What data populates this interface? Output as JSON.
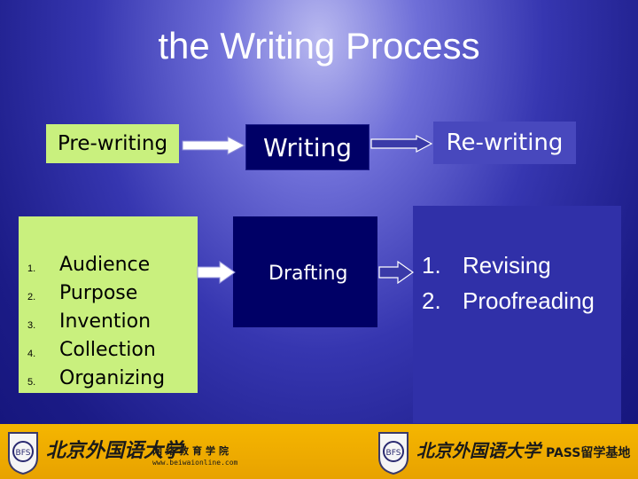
{
  "title": "the Writing Process",
  "stages": {
    "prewriting": "Pre-writing",
    "writing": "Writing",
    "rewriting": "Re-writing"
  },
  "prewriting_list": {
    "numbers": [
      "1.",
      "2.",
      "3.",
      "4.",
      "5."
    ],
    "items": [
      "Audience",
      "Purpose",
      "Invention",
      "Collection",
      "Organizing"
    ]
  },
  "writing_box": {
    "label": "Drafting"
  },
  "rewriting_list": {
    "numbers": [
      "1.",
      "2."
    ],
    "items": [
      "Revising",
      "Proofreading"
    ]
  },
  "footer": {
    "left_logo_text": "北京外国语大学",
    "left_logo_subtitle": "网络教育学院",
    "left_logo_url": "www.beiwaionline.com",
    "right_logo_text": "北京外国语大学",
    "right_logo_subtitle": "PASS留学基地",
    "colors": {
      "band": "#f0aa00"
    }
  },
  "colors": {
    "prewriting_fill": "#c9f07e",
    "writing_fill": "#000066",
    "rewriting_fill": "#3030a8"
  }
}
